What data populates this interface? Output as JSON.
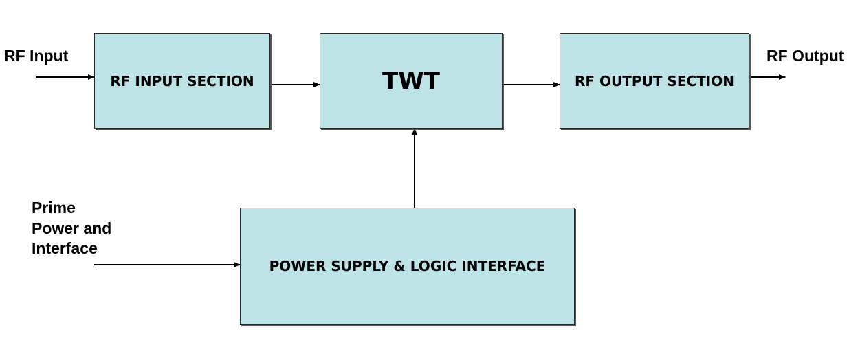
{
  "blocks": {
    "rf_input_section": "RF INPUT SECTION",
    "twt": "TWT",
    "rf_output_section": "RF OUTPUT SECTION",
    "power_supply": "POWER SUPPLY & LOGIC INTERFACE"
  },
  "external_labels": {
    "rf_input": "RF Input",
    "rf_output": "RF Output",
    "prime_power": [
      "Prime",
      "Power and",
      "Interface"
    ]
  },
  "colors": {
    "block_fill": "#bde3e6",
    "block_border": "#2a2a2a",
    "arrow": "#000000"
  }
}
